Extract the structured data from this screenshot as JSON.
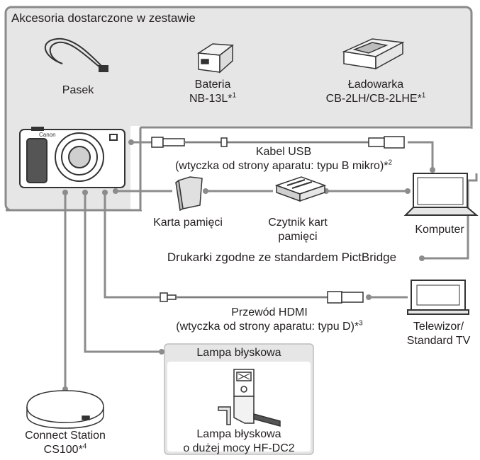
{
  "accessories_box": {
    "title": "Akcesoria dostarczone w zestawie"
  },
  "strap": {
    "label": "Pasek"
  },
  "battery": {
    "label_line1": "Bateria",
    "label_line2": "NB-13L*",
    "label_footnote": "1"
  },
  "charger": {
    "label_line1": "Ładowarka",
    "label_line2": "CB-2LH/CB-2LHE*",
    "label_footnote": "1"
  },
  "usb_cable": {
    "label_line1": "Kabel USB",
    "label_line2": "(wtyczka od strony aparatu: typu B mikro)*",
    "label_footnote": "2"
  },
  "memory_card": {
    "label": "Karta pamięci"
  },
  "card_reader": {
    "label_line1": "Czytnik kart",
    "label_line2": "pamięci"
  },
  "computer": {
    "label": "Komputer"
  },
  "printers": {
    "label": "Drukarki zgodne ze standardem PictBridge"
  },
  "hdmi_cable": {
    "label_line1": "Przewód HDMI",
    "label_line2": "(wtyczka od strony aparatu: typu D)*",
    "label_footnote": "3"
  },
  "tv": {
    "label_line1": "Telewizor/",
    "label_line2": "Standard TV"
  },
  "flash_box": {
    "title": "Lampa błyskowa"
  },
  "flash": {
    "label_line1": "Lampa błyskowa",
    "label_line2": "o dużej mocy HF-DC2"
  },
  "connect_station": {
    "label_line1": "Connect Station",
    "label_line2": "CS100*",
    "label_footnote": "4"
  },
  "camera": {
    "brand": "Canon"
  },
  "colors": {
    "box_fill": "#e6e6e6",
    "box_border": "#8a8a8a",
    "line": "#8c8c8c"
  }
}
